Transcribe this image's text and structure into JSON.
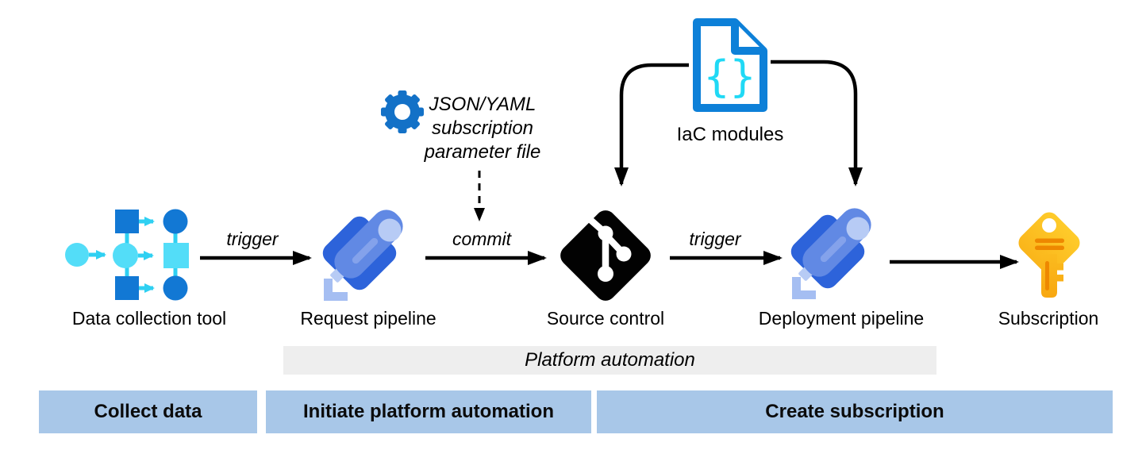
{
  "colors": {
    "dc_dark": "#1278d4",
    "dc_cyan": "#53ddf8",
    "dc_arrow": "#2fd0f2",
    "pipeline_dark": "#2d63da",
    "pipeline_body": "#6189e4",
    "pipeline_stripe": "#84a2eb",
    "pipeline_light": "#b7cbf5",
    "pipeline_bracket": "#a5bef2",
    "git_black": "#020202",
    "doc_blue": "#0d80d8",
    "brace_cyan": "#20d9f5",
    "gear_blue": "#1371c7",
    "key_top": "#ffd02e",
    "key_bottom": "#f7a40e",
    "key_orange": "#ee8800",
    "band_gray": "#eeeeee",
    "phase_blue": "#a8c7e8"
  },
  "nodes": {
    "data_collection": {
      "label": "Data collection tool"
    },
    "request_pipeline": {
      "label": "Request pipeline"
    },
    "source_control": {
      "label": "Source control"
    },
    "deployment_pipeline": {
      "label": "Deployment pipeline"
    },
    "subscription": {
      "label": "Subscription"
    },
    "iac_modules": {
      "label": "IaC modules"
    },
    "parameter_file": {
      "line1": "JSON/YAML",
      "line2": "subscription",
      "line3": "parameter file"
    }
  },
  "edge_labels": {
    "trigger1": "trigger",
    "commit": "commit",
    "trigger2": "trigger"
  },
  "icon_glyphs": {
    "brace_open": "{",
    "brace_close": "}"
  },
  "platform_band": {
    "label": "Platform automation"
  },
  "phases": [
    {
      "label": "Collect data"
    },
    {
      "label": "Initiate platform automation"
    },
    {
      "label": "Create subscription"
    }
  ]
}
